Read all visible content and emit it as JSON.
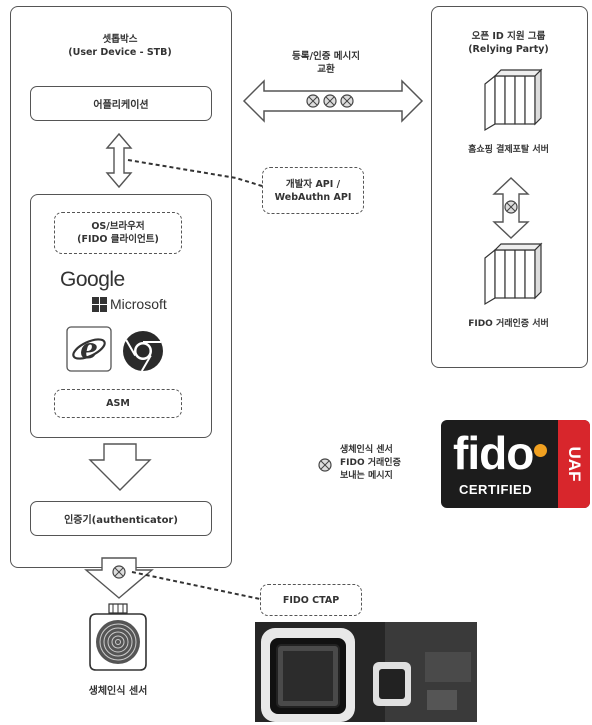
{
  "device": {
    "title_line1": "셋톱박스",
    "title_line2": "(User Device - STB)",
    "application": "어플리케이션",
    "os_browser_line1": "OS/브라우저",
    "os_browser_line2": "(FIDO 클라이언트)",
    "google": "Google",
    "microsoft": "Microsoft",
    "asm": "ASM",
    "authenticator": "인증기(authenticator)"
  },
  "relying_party": {
    "title_line1": "오픈 ID 지원 그룹",
    "title_line2": "(Relying Party)",
    "server1": "홈쇼핑 결제포탈 서버",
    "server2": "FIDO 거래인증 서버"
  },
  "exchange": {
    "line1": "등록/인증 메시지",
    "line2": "교환"
  },
  "api": {
    "line1": "개발자 API /",
    "line2": "WebAuthn API"
  },
  "legend": {
    "line1": "생체인식 센서",
    "line2": "FIDO 거래인증",
    "line3": "보내는 메시지"
  },
  "ctap": "FIDO CTAP",
  "sensor_label": "생체인식 센서",
  "fido_logo": {
    "wordmark": "fido",
    "certified": "CERTIFIED",
    "uaf": "UAF"
  },
  "colors": {
    "line": "#555555",
    "fido_bg": "#1c1c1c",
    "fido_orange": "#f0a020",
    "uaf_red": "#d8262c"
  }
}
